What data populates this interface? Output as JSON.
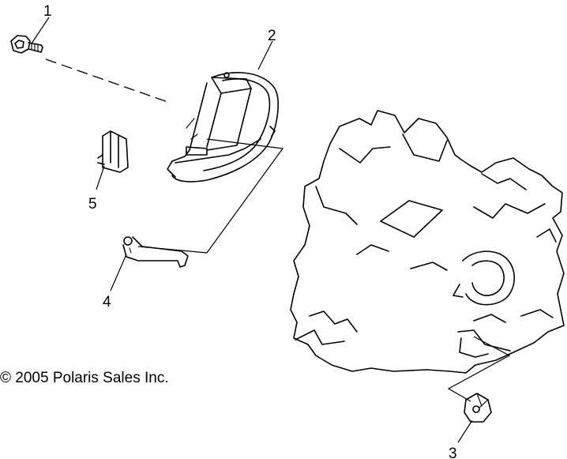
{
  "callouts": {
    "c1": "1",
    "c2": "2",
    "c3": "3",
    "c4": "4",
    "c5": "5"
  },
  "copyright": "© 2005 Polaris Sales Inc.",
  "icons": {
    "bolt": "bolt-icon",
    "cover": "cover-icon",
    "bumper": "bumper-icon",
    "clip": "wire-clip-icon",
    "nut": "nut-icon",
    "engine": "engine-icon"
  }
}
